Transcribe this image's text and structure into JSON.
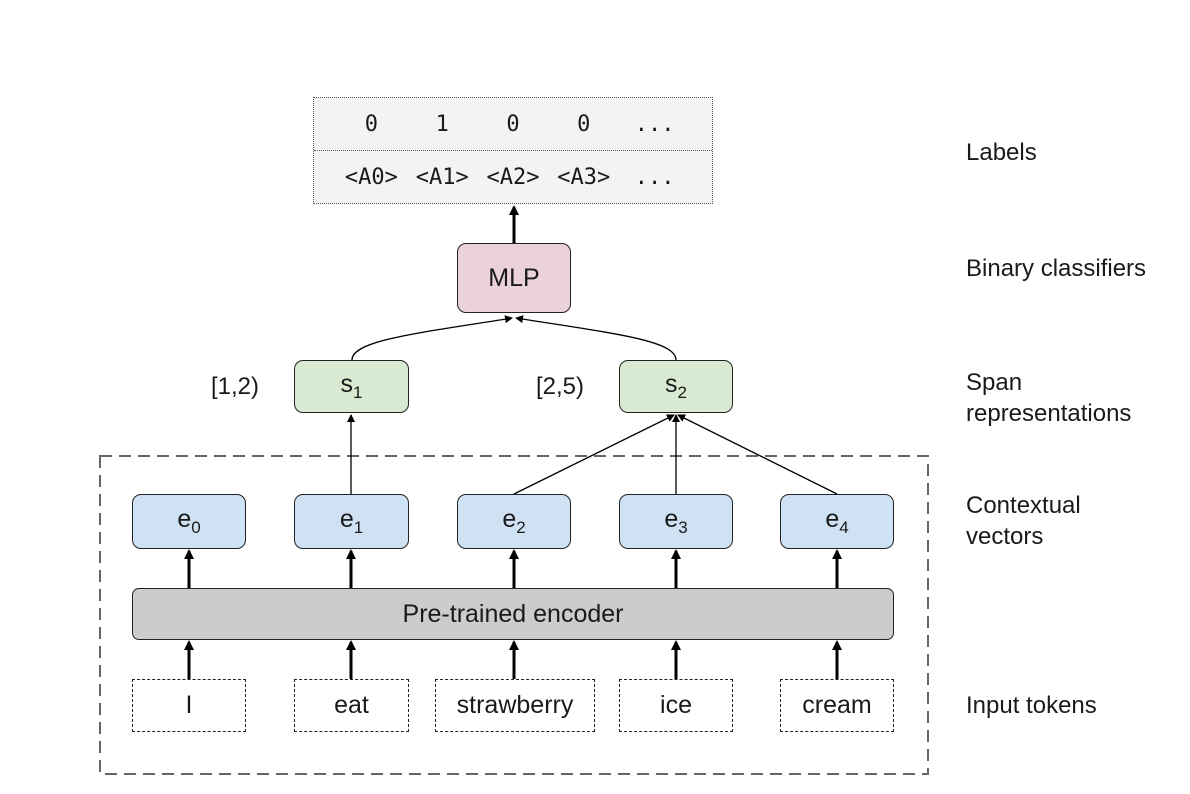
{
  "labels_table": {
    "values": [
      "0",
      "1",
      "0",
      "0",
      "..."
    ],
    "names": [
      "<A0>",
      "<A1>",
      "<A2>",
      "<A3>",
      "..."
    ]
  },
  "mlp": {
    "label": "MLP"
  },
  "spans": [
    {
      "label": "s",
      "sub": "1",
      "range": "[1,2)"
    },
    {
      "label": "s",
      "sub": "2",
      "range": "[2,5)"
    }
  ],
  "vectors": [
    {
      "label": "e",
      "sub": "0"
    },
    {
      "label": "e",
      "sub": "1"
    },
    {
      "label": "e",
      "sub": "2"
    },
    {
      "label": "e",
      "sub": "3"
    },
    {
      "label": "e",
      "sub": "4"
    }
  ],
  "encoder": {
    "label": "Pre-trained encoder"
  },
  "tokens": [
    "I",
    "eat",
    "strawberry",
    "ice",
    "cream"
  ],
  "row_labels": {
    "labels": "Labels",
    "binary_classifiers": "Binary classifiers",
    "span_representations": "Span\nrepresentations",
    "contextual_vectors": "Contextual\nvectors",
    "input_tokens": "Input tokens"
  },
  "colors": {
    "vector_fill": "#cfe2f3",
    "span_fill": "#d9ead3",
    "mlp_fill": "#ead1dc",
    "encoder_fill": "#cccccc",
    "labels_fill": "#f3f3f3"
  }
}
